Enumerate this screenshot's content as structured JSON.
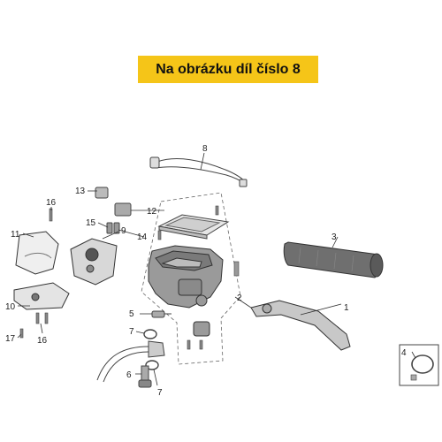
{
  "banner": {
    "text": "Na obrázku díl číslo 8",
    "color": "#f5c518"
  },
  "parts": [
    {
      "id": "1",
      "label": "1"
    },
    {
      "id": "2",
      "label": "2"
    },
    {
      "id": "3",
      "label": "3"
    },
    {
      "id": "4",
      "label": "4"
    },
    {
      "id": "5",
      "label": "5"
    },
    {
      "id": "6",
      "label": "6"
    },
    {
      "id": "7a",
      "label": "7"
    },
    {
      "id": "7b",
      "label": "7"
    },
    {
      "id": "8",
      "label": "8"
    },
    {
      "id": "9",
      "label": "9"
    },
    {
      "id": "10",
      "label": "10"
    },
    {
      "id": "11",
      "label": "11"
    },
    {
      "id": "12",
      "label": "12"
    },
    {
      "id": "13",
      "label": "13"
    },
    {
      "id": "14",
      "label": "14"
    },
    {
      "id": "15",
      "label": "15"
    },
    {
      "id": "16a",
      "label": "16"
    },
    {
      "id": "16b",
      "label": "16"
    },
    {
      "id": "17",
      "label": "17"
    }
  ]
}
